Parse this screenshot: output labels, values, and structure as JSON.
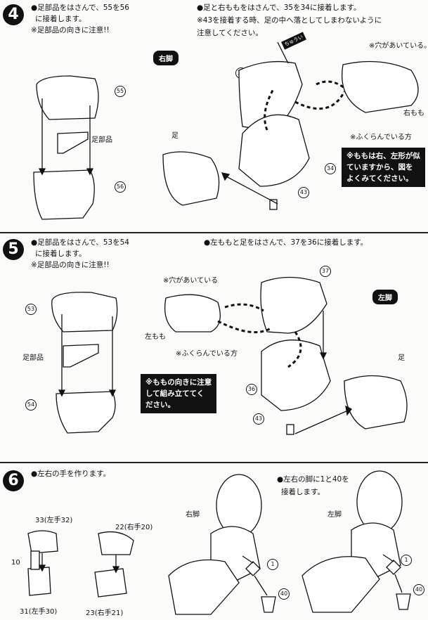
{
  "step4": {
    "number": "4",
    "left_text": [
      "●足部品をはさんで、55を56",
      "に接着します。",
      "※足部品の向きに注意!!"
    ],
    "right_text": [
      "●足と右ももをはさんで、35を34に接着します。",
      "※43を接着する時、足の中へ落としてしまわないように",
      "注意してください。"
    ],
    "badge": "右脚",
    "callout_hole": "※穴があいている。",
    "callout_thigh": "右もも",
    "callout_bulge": "※ふくらんでいる方",
    "callout_foot": "足",
    "callout_part": "足部品",
    "callout_warning": "ちゅうい",
    "note": [
      "※ももは右、左形が似",
      "ていますから、図を",
      "よくみてください。"
    ],
    "parts": [
      "55",
      "56",
      "35",
      "34",
      "43"
    ]
  },
  "step5": {
    "number": "5",
    "left_text": [
      "●足部品をはさんで、53を54",
      "に接着します。",
      "※足部品の向きに注意!!"
    ],
    "right_text": [
      "●左ももと足をはさんで、37を36に接着します。"
    ],
    "badge": "左脚",
    "callout_hole": "※穴があいている",
    "callout_thigh": "左もも",
    "callout_bulge": "※ふくらんでいる方",
    "callout_foot": "足",
    "callout_part": "足部品",
    "note": [
      "※ももの向きに注意",
      "して組み立ててく",
      "ださい。"
    ],
    "parts": [
      "53",
      "54",
      "37",
      "36",
      "43"
    ]
  },
  "step6": {
    "number": "6",
    "left_text": [
      "●左右の手を作ります。"
    ],
    "right_text": [
      "●左右の脚に1と40を",
      "接着します。"
    ],
    "hand_labels": [
      "33(左手32)",
      "22(右手20)",
      "10",
      "31(左手30)",
      "23(右手21)"
    ],
    "leg_right": "右脚",
    "leg_left": "左脚",
    "parts": [
      "1",
      "40",
      "1",
      "40"
    ]
  }
}
